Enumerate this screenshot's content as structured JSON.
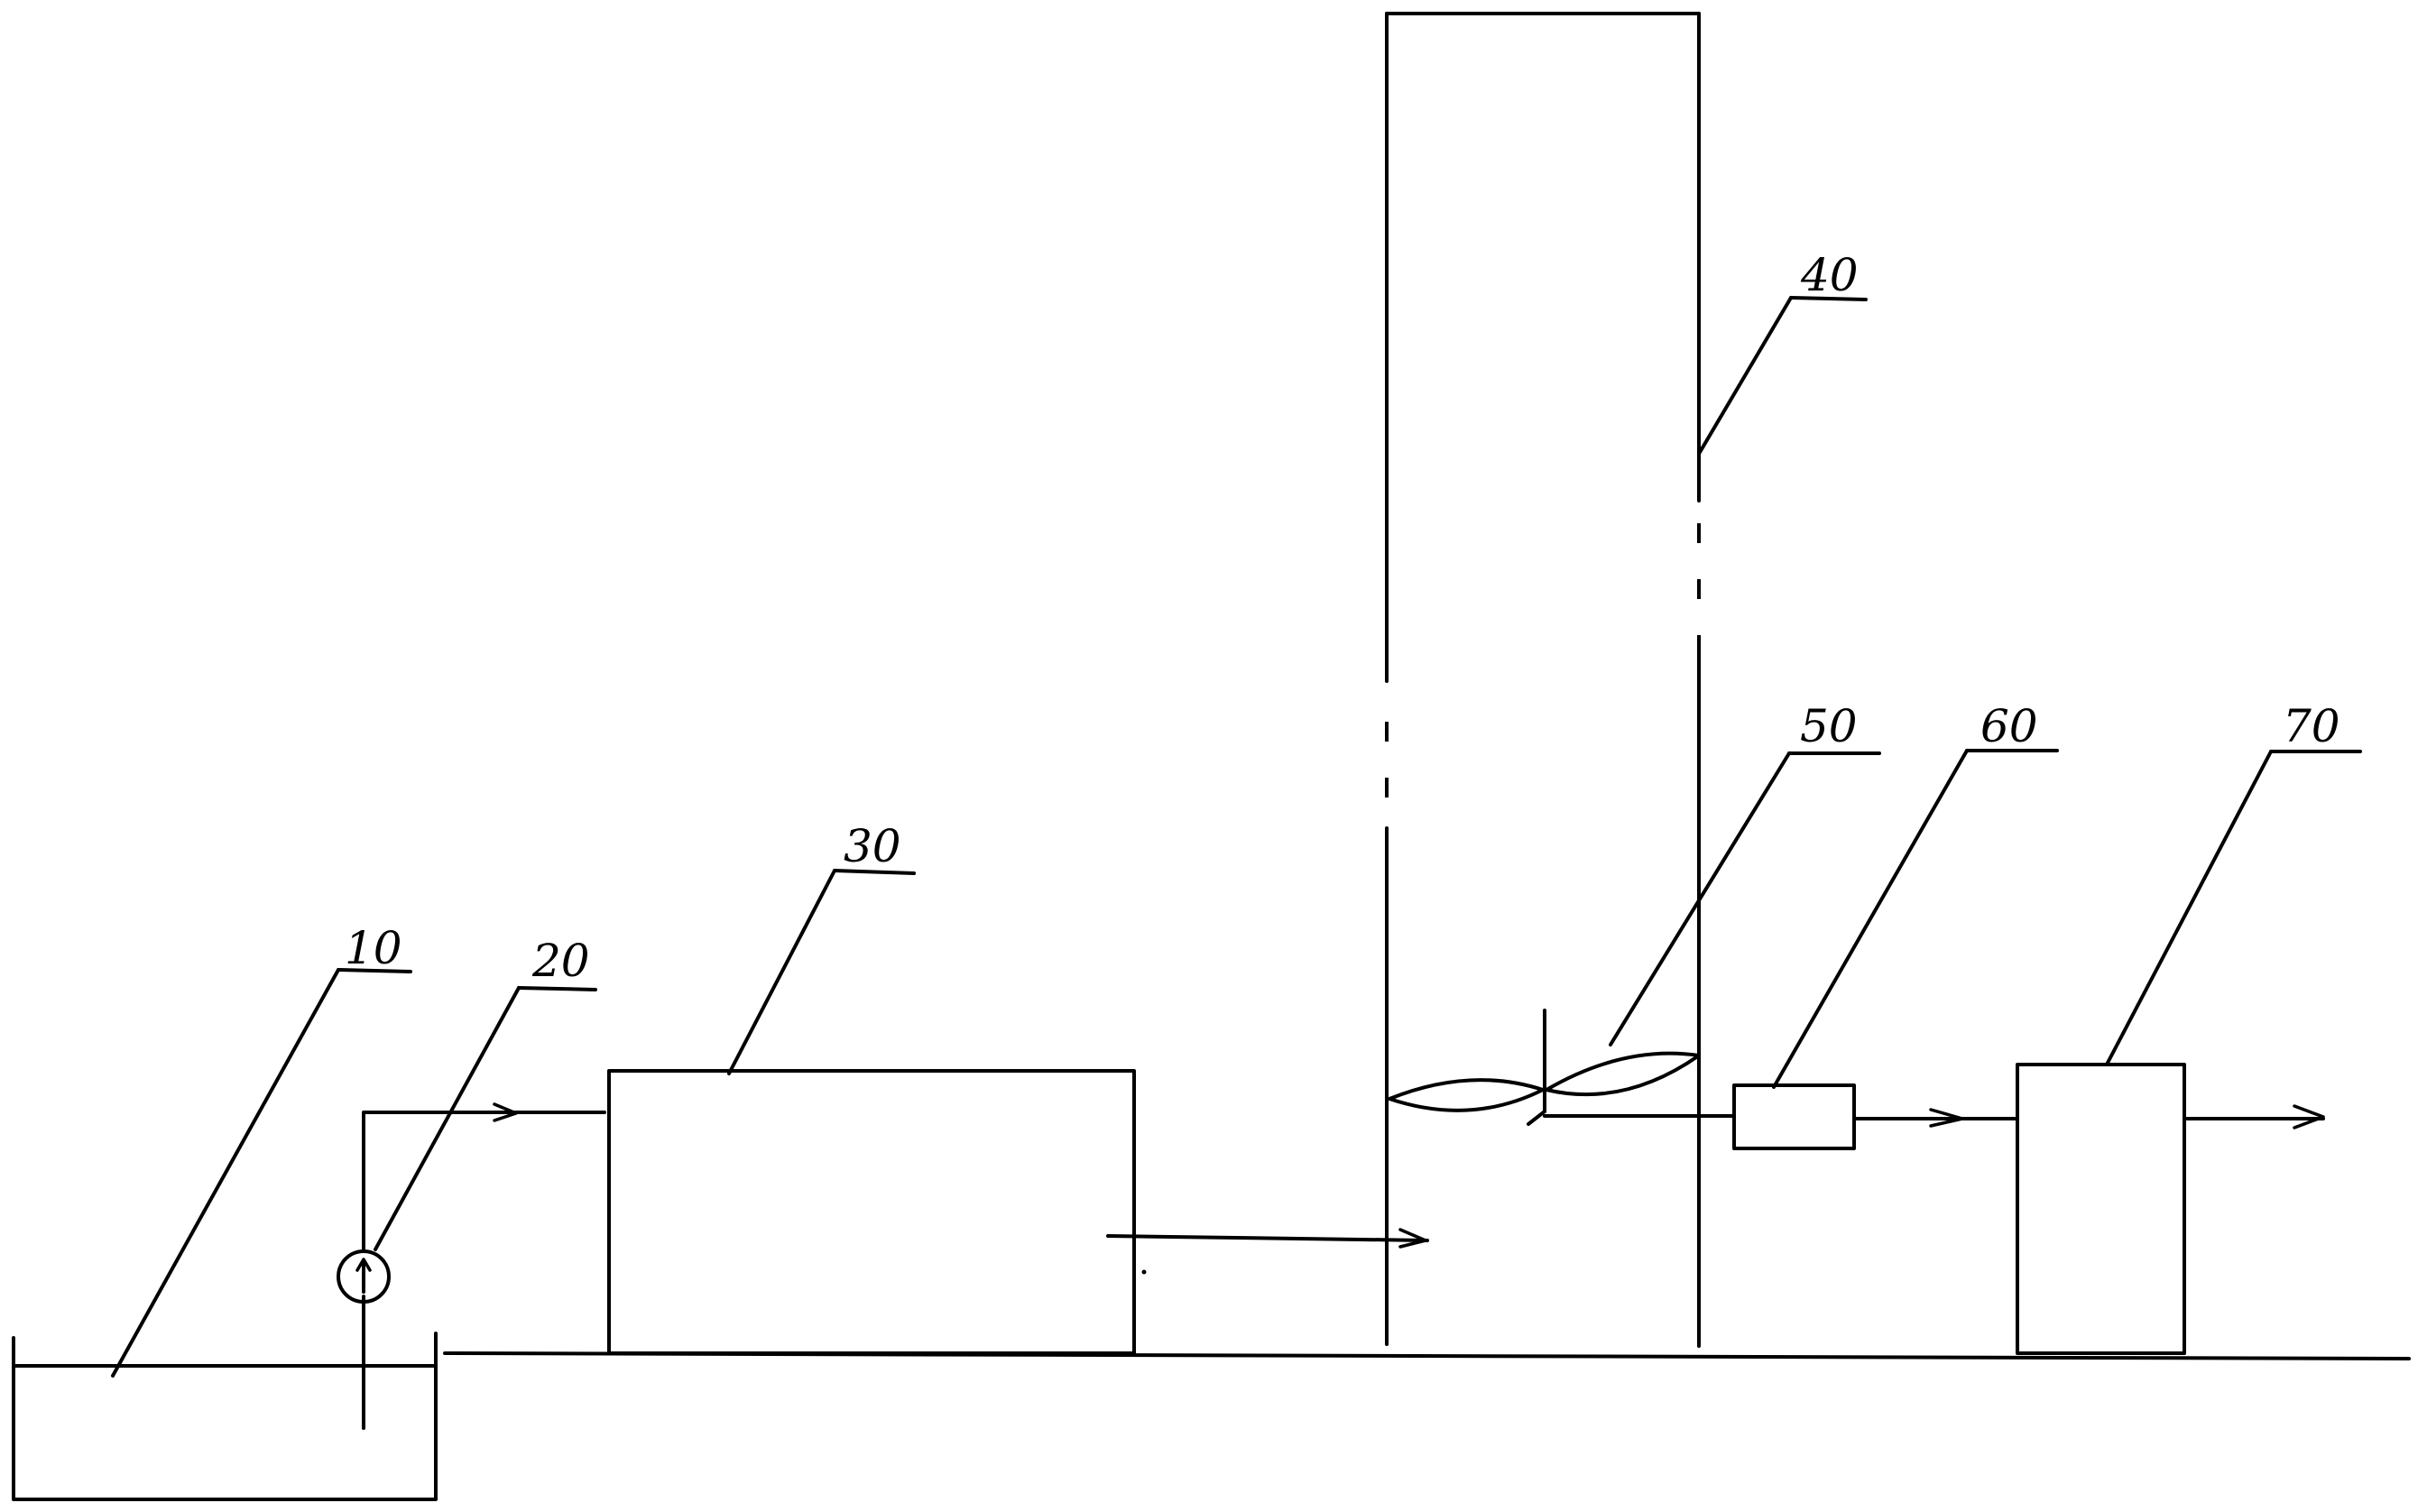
{
  "diagram": {
    "colors": {
      "line": "#000000",
      "background": "#ffffff"
    },
    "labels": {
      "tank": "10",
      "pump": "20",
      "unit_30": "30",
      "tower": "40",
      "impeller": "50",
      "unit_60": "60",
      "unit_70": "70"
    }
  }
}
